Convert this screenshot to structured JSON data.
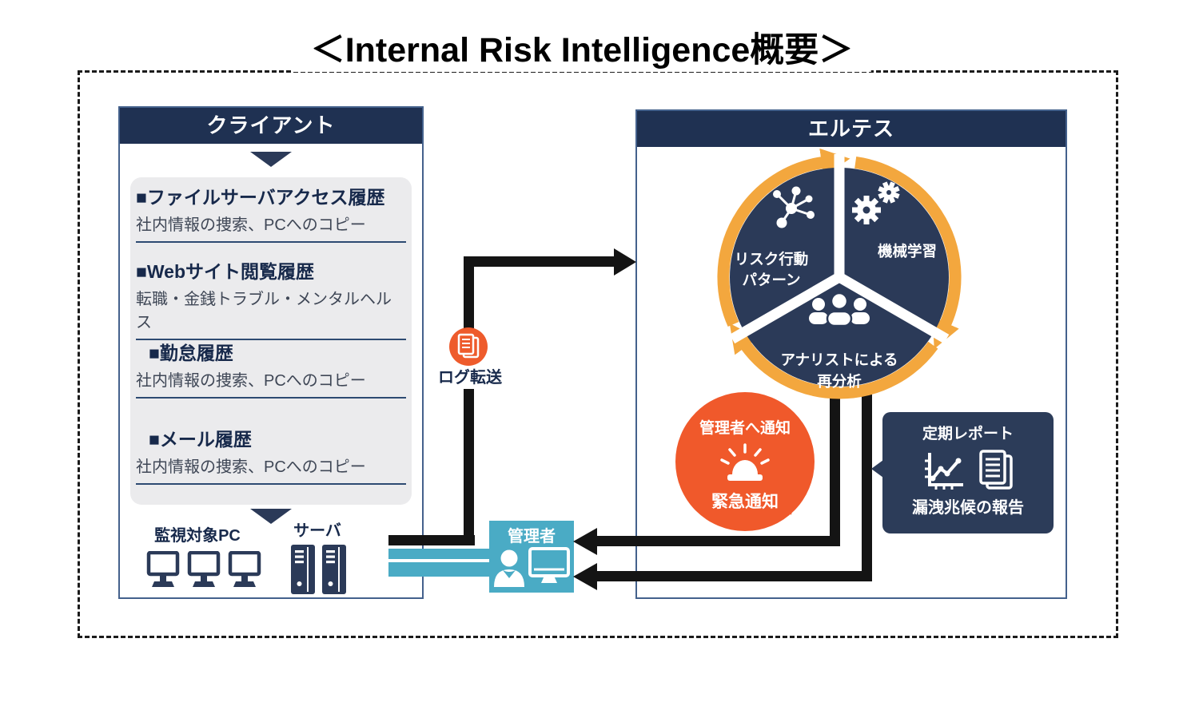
{
  "title": "＜Internal Risk Intelligence概要＞",
  "client": {
    "header": "クライアント",
    "items": [
      {
        "title": "■ファイルサーバアクセス履歴",
        "desc": "社内情報の捜索、PCへのコピー"
      },
      {
        "title": "■Webサイト閲覧履歴",
        "desc": "転職・金銭トラブル・メンタルヘルス"
      },
      {
        "title": "■勤怠履歴",
        "desc": "社内情報の捜索、PCへのコピー"
      },
      {
        "title": "■メール履歴",
        "desc": "社内情報の捜索、PCへのコピー"
      }
    ],
    "monitored_pc_label": "監視対象PC",
    "server_label": "サーバ"
  },
  "transfer": {
    "label": "ログ転送"
  },
  "eltes": {
    "header": "エルテス",
    "cycle": {
      "risk_pattern_line1": "リスク行動",
      "risk_pattern_line2": "パターン",
      "machine_learning": "機械学習",
      "analyst_line1": "アナリストによる",
      "analyst_line2": "再分析"
    },
    "alert_bubble": {
      "title": "管理者へ通知",
      "label": "緊急通知"
    },
    "report_box": {
      "title": "定期レポート",
      "label": "漏洩兆候の報告"
    }
  },
  "admin": {
    "label": "管理者"
  },
  "colors": {
    "header_navy": "#1f3152",
    "segment_navy": "#2b3a58",
    "ring_orange": "#f3a73e",
    "alert_orange": "#f0592b",
    "teal": "#4aabc5",
    "arrow_black": "#141414"
  }
}
